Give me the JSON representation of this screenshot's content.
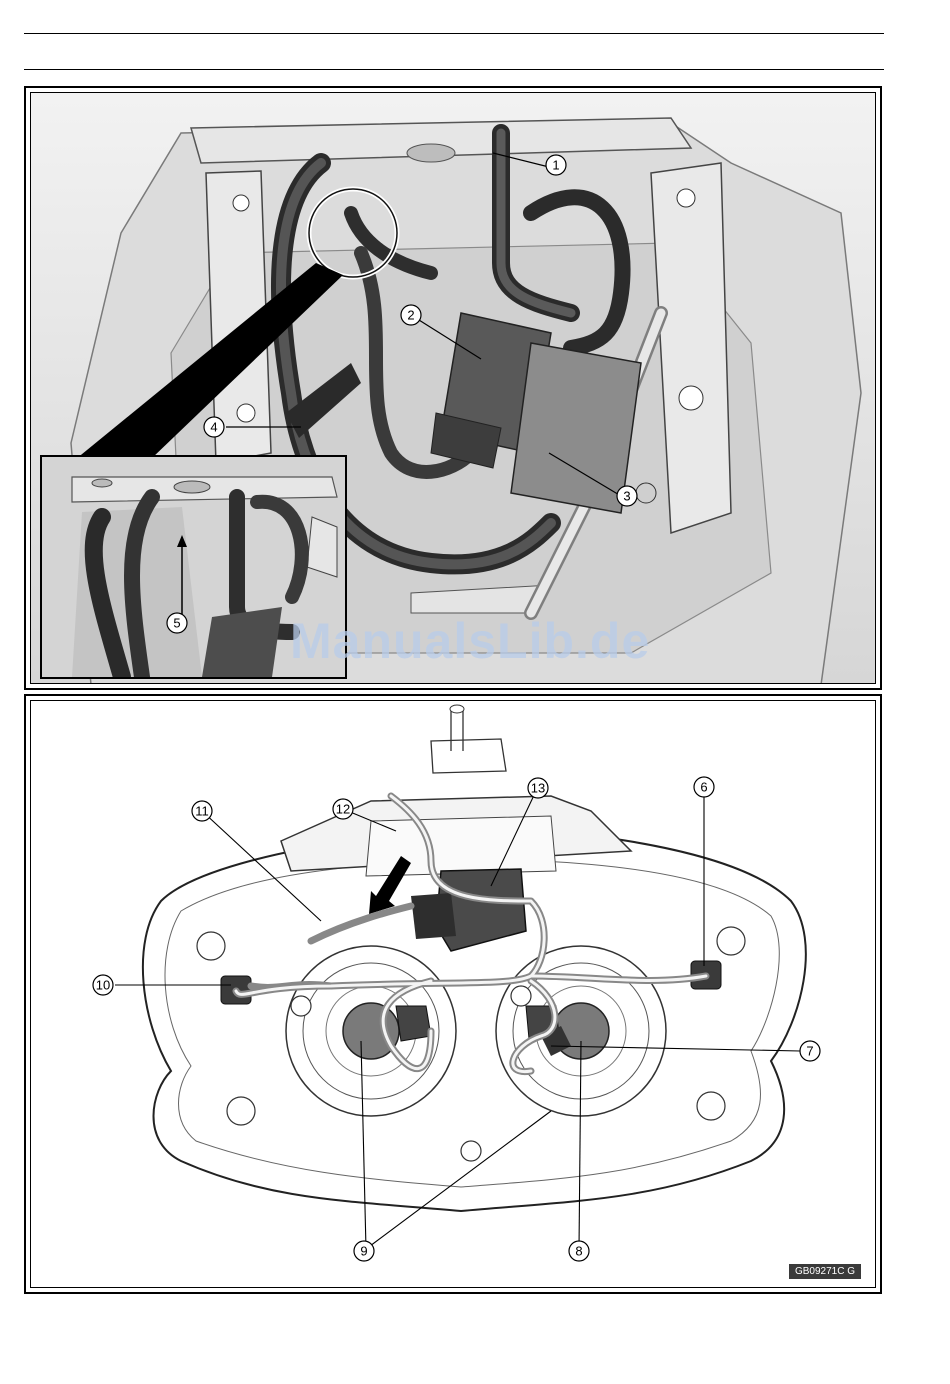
{
  "figure_top": {
    "callouts": [
      "1",
      "2",
      "3",
      "4",
      "5"
    ]
  },
  "figure_bottom": {
    "callouts": [
      "6",
      "7",
      "8",
      "9",
      "10",
      "11",
      "12",
      "13"
    ],
    "figure_code": "GB09271C  G"
  },
  "watermark": "ManualsLib.de"
}
